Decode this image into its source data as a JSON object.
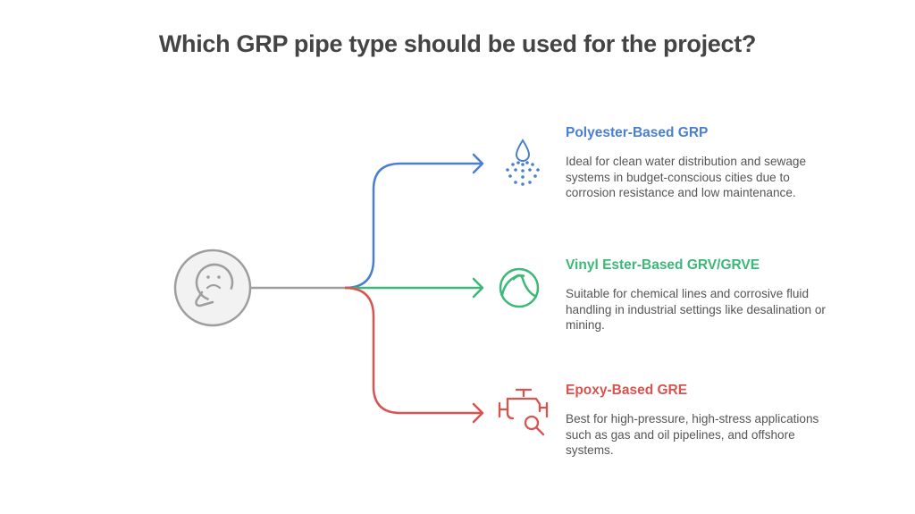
{
  "title": "Which GRP pipe type should be used for the project?",
  "root": {
    "icon": "thinking-face-icon",
    "color": "#9e9e9e"
  },
  "options": [
    {
      "heading": "Polyester-Based GRP",
      "description": "Ideal for clean water distribution and sewage systems in budget-conscious cities due to corrosion resistance and low maintenance.",
      "icon": "water-drop-spray-icon",
      "color": "#4a7fd0"
    },
    {
      "heading": "Vinyl Ester-Based GRV/GRVE",
      "description": "Suitable for chemical lines and corrosive fluid handling in industrial settings like desalination or mining.",
      "icon": "wave-circle-icon",
      "color": "#3cb878"
    },
    {
      "heading": "Epoxy-Based GRE",
      "description": "Best for high-pressure, high-stress applications such as gas and oil pipelines, and offshore systems.",
      "icon": "pipe-valve-inspect-icon",
      "color": "#d9534f"
    }
  ]
}
